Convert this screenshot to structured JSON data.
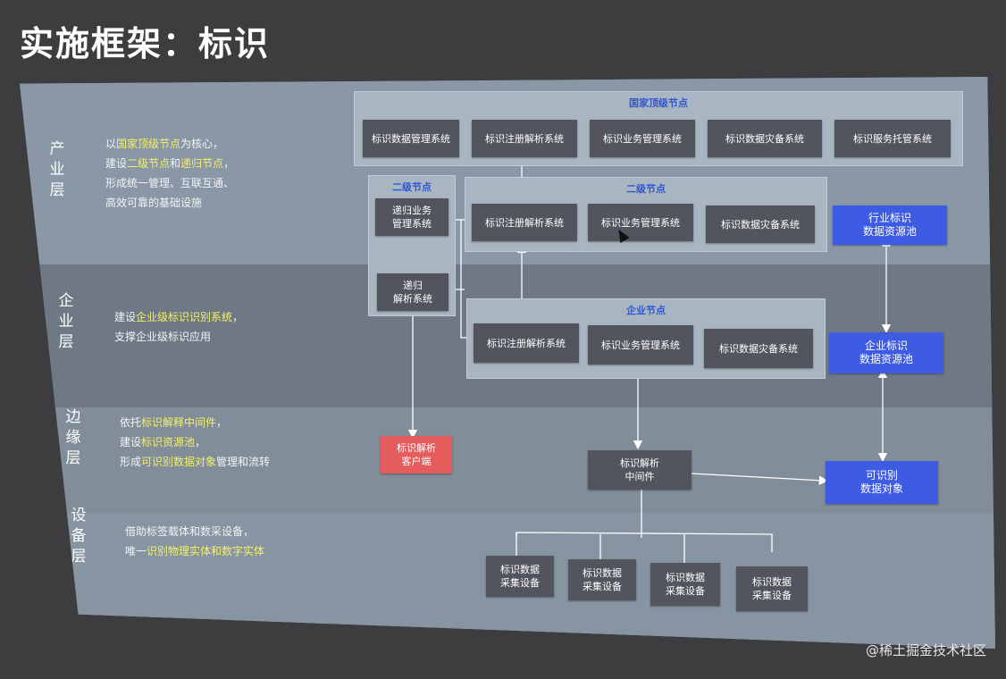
{
  "title": "实施框架：标识",
  "layers": {
    "industry": {
      "label": "产业层",
      "desc_prefix_1": "以",
      "desc_hl_1": "国家顶级节点",
      "desc_suffix_1": "为核心，",
      "desc_prefix_2": "建设",
      "desc_hl_2": "二级节点",
      "desc_mid_2": "和",
      "desc_hl_2b": "递归节点",
      "desc_suffix_2": "，",
      "desc_line_3": "形成统一管理、互联互通、",
      "desc_line_4": "高效可靠的基础设施"
    },
    "enterprise": {
      "label": "企业层",
      "desc_prefix_1": "建设",
      "desc_hl_1": "企业级标识识别系统",
      "desc_suffix_1": "，",
      "desc_line_2": "支撑企业级标识应用"
    },
    "edge": {
      "label": "边缘层",
      "desc_prefix_1": "依托",
      "desc_hl_1": "标识解释中间件",
      "desc_suffix_1": "，",
      "desc_prefix_2": "建设",
      "desc_hl_2": "标识资源池",
      "desc_suffix_2": "，",
      "desc_prefix_3": "形成",
      "desc_hl_3": "可识别数据对象",
      "desc_suffix_3": "管理和流转"
    },
    "device": {
      "label": "设备层",
      "desc_line_1": "借助标签载体和数采设备，",
      "desc_prefix_2": "唯一",
      "desc_hl_2": "识别物理实体和数字实体"
    }
  },
  "groups": {
    "national": "国家顶级节点",
    "secondary": "二级节点",
    "secondary_small": "二级节点",
    "enterprise": "企业节点"
  },
  "nodes": {
    "nat_data_mgmt": "标识数据管理系统",
    "nat_reg_parse": "标识注册解析系统",
    "nat_biz_mgmt": "标识业务管理系统",
    "nat_backup": "标识数据灾备系统",
    "nat_hosting": "标识服务托管系统",
    "rec_biz_l1": "递归业务",
    "rec_biz_l2": "管理系统",
    "rec_parse_l1": "递归",
    "rec_parse_l2": "解析系统",
    "sec_reg_parse": "标识注册解析系统",
    "sec_biz_mgmt": "标识业务管理系统",
    "sec_backup": "标识数据灾备系统",
    "industry_pool_l1": "行业标识",
    "industry_pool_l2": "数据资源池",
    "ent_reg_parse": "标识注册解析系统",
    "ent_biz_mgmt": "标识业务管理系统",
    "ent_backup": "标识数据灾备系统",
    "ent_pool_l1": "企业标识",
    "ent_pool_l2": "数据资源池",
    "client_l1": "标识解析",
    "client_l2": "客户端",
    "middleware_l1": "标识解析",
    "middleware_l2": "中间件",
    "data_obj_l1": "可识别",
    "data_obj_l2": "数据对象",
    "dev1_l1": "标识数据",
    "dev1_l2": "采集设备",
    "dev2_l1": "标识数据",
    "dev2_l2": "采集设备",
    "dev3_l1": "标识数据",
    "dev3_l2": "采集设备",
    "dev4_l1": "标识数据",
    "dev4_l2": "采集设备"
  },
  "watermark": "@稀土掘金技术社区",
  "colors": {
    "accent_blue": "#3d5be3",
    "client_red": "#e45c5c",
    "highlight": "#f3f06a",
    "node_dark": "#52555d"
  }
}
